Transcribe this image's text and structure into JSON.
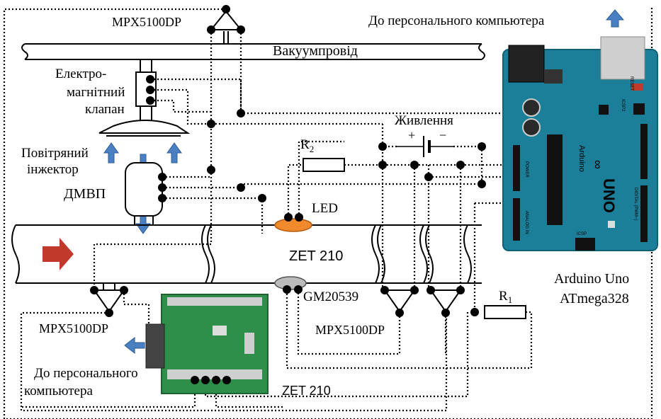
{
  "labels": {
    "sensor_top": "MPX5100DP",
    "to_pc_top": "До персонального компьютера",
    "vacuum_line": "Вакуумпровід",
    "valve": [
      "Електро-",
      "магнітний",
      "клапан"
    ],
    "power": "Живлення",
    "r2": "R",
    "r2_sub": "2",
    "plus": "+",
    "minus": "−",
    "injector": [
      "Повітряний",
      "інжектор"
    ],
    "dmvp": "ДМВП",
    "led": "LED",
    "zet_pipe": "ZET 210",
    "gm": "GM20539",
    "sensor_bottom_left": "MPX5100DP",
    "sensor_bottom_mid": "MPX5100DP",
    "r1": "R",
    "r1_sub": "1",
    "arduino_1": "Arduino Uno",
    "arduino_2": "ATmega328",
    "to_pc_bottom": [
      "До персонального",
      "компьютера"
    ],
    "zet_board": "ZET 210"
  },
  "board": {
    "brand": "∞",
    "model": "UNO",
    "name": "Arduino",
    "reset": "RESET",
    "icsp": "ICSP",
    "icsp2": "ICSP2",
    "analog": "ANALOG IN",
    "power": "POWER",
    "digital": "DIGITAL (PWM~)"
  },
  "colors": {
    "arduino": "#1b7f9a",
    "arduino_dark": "#0f5f75",
    "zet_board": "#2f8f4a",
    "arrow_blue": "#4a7fc1",
    "flow_arrow": "#c0392b",
    "led": "#f08a2c"
  }
}
